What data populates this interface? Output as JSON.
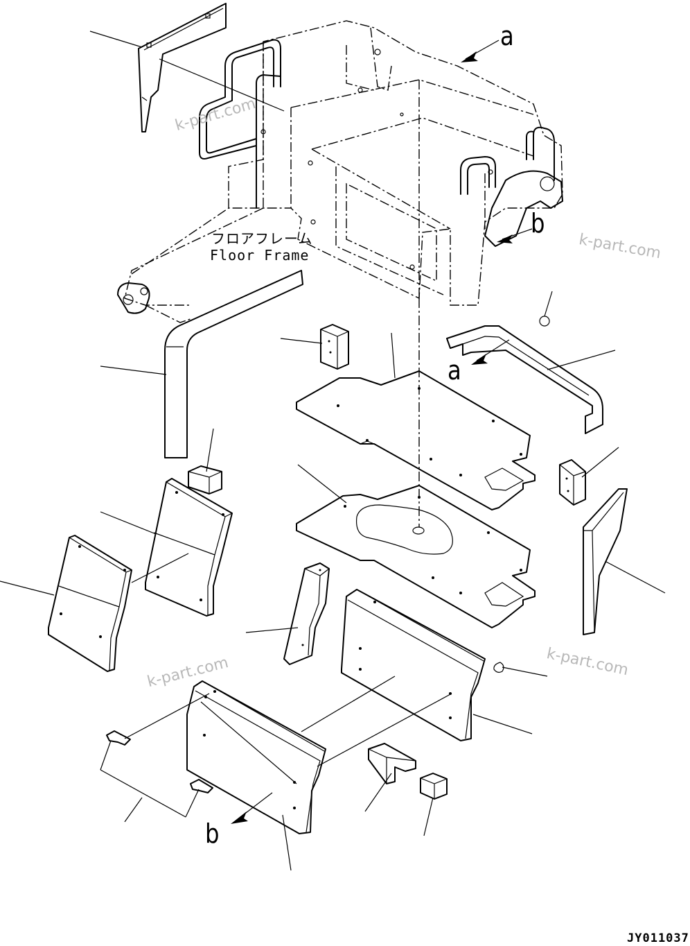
{
  "floor_frame": {
    "label_jp": "フロアフレーム",
    "label_en": "Floor Frame"
  },
  "view_markers": {
    "a_top": "a",
    "a_mid": "a",
    "b_top": "b",
    "b_bottom": "b"
  },
  "watermarks": [
    "k-part.com",
    "k-part.com",
    "k-part.com",
    "k-part.com"
  ],
  "drawing_code": "JY011037"
}
